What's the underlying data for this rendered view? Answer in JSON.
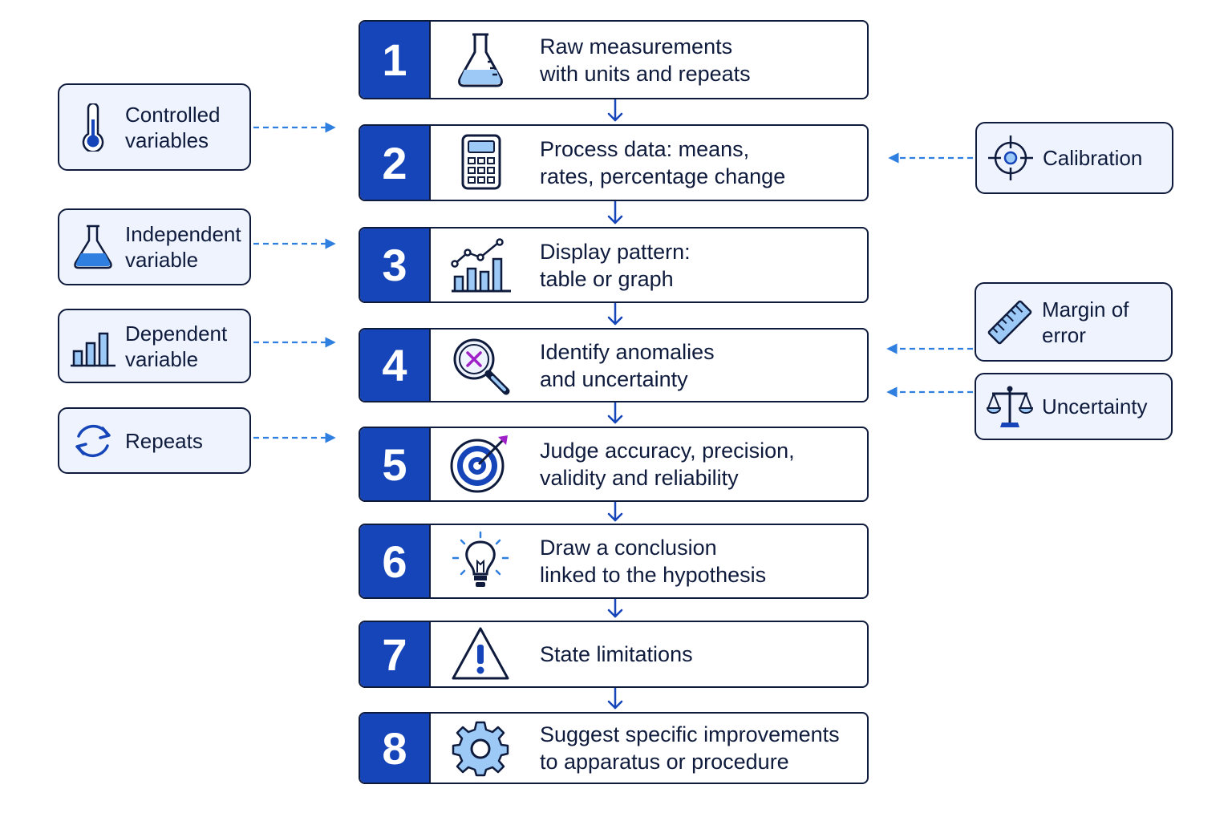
{
  "steps": [
    {
      "number": "1",
      "icon": "flask-icon",
      "lines": [
        "Raw measurements",
        "with units and repeats"
      ]
    },
    {
      "number": "2",
      "icon": "calculator-icon",
      "lines": [
        "Process data: means,",
        "rates, percentage change"
      ]
    },
    {
      "number": "3",
      "icon": "bar-line-chart-icon",
      "lines": [
        "Display pattern:",
        "table or graph"
      ]
    },
    {
      "number": "4",
      "icon": "magnifier-x-icon",
      "lines": [
        "Identify anomalies",
        "and uncertainty"
      ]
    },
    {
      "number": "5",
      "icon": "target-dart-icon",
      "lines": [
        "Judge accuracy, precision,",
        "validity and reliability"
      ]
    },
    {
      "number": "6",
      "icon": "lightbulb-icon",
      "lines": [
        "Draw a conclusion",
        "linked to the hypothesis"
      ]
    },
    {
      "number": "7",
      "icon": "warning-icon",
      "lines": [
        "State limitations"
      ]
    },
    {
      "number": "8",
      "icon": "gear-icon",
      "lines": [
        "Suggest specific improvements",
        "to apparatus or procedure"
      ]
    }
  ],
  "left_factors": [
    {
      "icon": "thermometer-icon",
      "lines": [
        "Controlled",
        "variables"
      ]
    },
    {
      "icon": "flask-icon",
      "lines": [
        "Independent",
        "variable"
      ]
    },
    {
      "icon": "bar-chart-icon",
      "lines": [
        "Dependent",
        "variable"
      ]
    },
    {
      "icon": "refresh-icon",
      "lines": [
        "Repeats"
      ]
    }
  ],
  "right_factors": [
    {
      "icon": "crosshair-icon",
      "lines": [
        "Calibration"
      ]
    },
    {
      "icon": "ruler-icon",
      "lines": [
        "Margin of",
        "error"
      ]
    },
    {
      "icon": "balance-scale-icon",
      "lines": [
        "Uncertainty"
      ]
    }
  ],
  "colors": {
    "accent": "#1545b8",
    "outline": "#0f1b3d",
    "arrow": "#2f7fe0",
    "card_bg": "#eef3fd",
    "icon_fill": "#5aa8f0"
  }
}
